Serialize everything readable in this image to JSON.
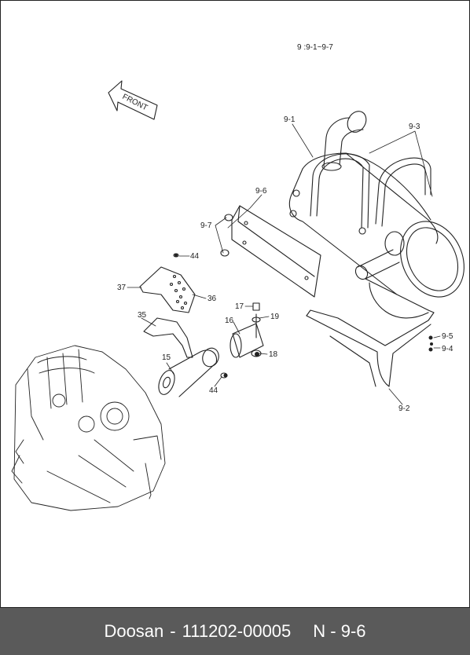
{
  "diagram": {
    "range_label": "9 :9-1~9-7",
    "front_label": "FRONT",
    "callouts": [
      "9-1",
      "9-3",
      "9-6",
      "9-7",
      "44",
      "37",
      "36",
      "35",
      "17",
      "19",
      "16",
      "18",
      "15",
      "44",
      "9-5",
      "9-4",
      "9-2"
    ]
  },
  "footer": {
    "brand": "Doosan",
    "separator": "-",
    "part_number": "111202-00005",
    "section": "N - 9-6"
  }
}
